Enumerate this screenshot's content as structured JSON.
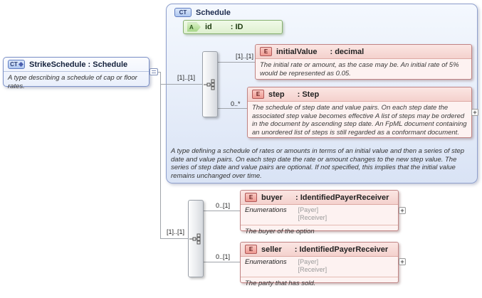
{
  "strike": {
    "badge": "CT",
    "title": "StrikeSchedule : Schedule",
    "description": "A type describing a schedule of cap or floor rates."
  },
  "schedule": {
    "badge": "CT",
    "title": "Schedule",
    "id_attr": {
      "badge": "A",
      "name": "id",
      "type": ": ID"
    },
    "seq_cardinality": "[1]..[1]",
    "initial_value": {
      "badge": "E",
      "cardinality": "[1]..[1]",
      "name": "initialValue",
      "type": ": decimal",
      "description": "The initial rate or amount, as the case may be. An initial rate of 5% would be represented as 0.05."
    },
    "step": {
      "badge": "E",
      "cardinality": "0..*",
      "name": "step",
      "type": ": Step",
      "description": "The schedule of step date and value pairs. On each step date the associated step value becomes effective A list of steps may be ordered in the document by ascending step date. An FpML document containing an unordered list of steps is still regarded as a conformant document.",
      "expand": "+"
    },
    "description": "A type defining a schedule of rates or amounts in terms of an initial value and then a series of step date and value pairs. On each step date the rate or amount changes to the new step value. The series of step date and value pairs are optional. If not specified, this implies that the initial value remains unchanged over time."
  },
  "content": {
    "seq_cardinality": "[1]..[1]",
    "buyer": {
      "badge": "E",
      "cardinality": "0..[1]",
      "name": "buyer",
      "type": ": IdentifiedPayerReceiver",
      "enum_label": "Enumerations",
      "enum_value_1": "[Payer]",
      "enum_value_2": "[Receiver]",
      "description": "The buyer of the option",
      "expand": "+"
    },
    "seller": {
      "badge": "E",
      "cardinality": "0..[1]",
      "name": "seller",
      "type": ": IdentifiedPayerReceiver",
      "enum_label": "Enumerations",
      "enum_value_1": "[Payer]",
      "enum_value_2": "[Receiver]",
      "description": "The party that has sold.",
      "expand": "+"
    }
  }
}
